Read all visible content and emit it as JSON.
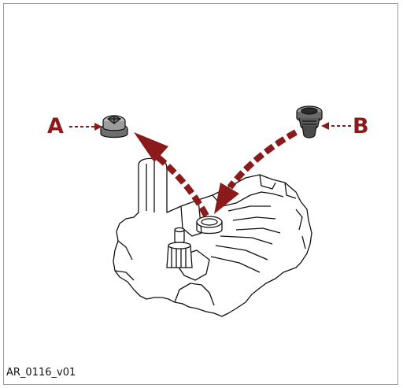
{
  "figure": {
    "label_a": "A",
    "label_b": "B",
    "reference_code": "AR_0116_v01"
  },
  "colors": {
    "accent": "#8b1a1a",
    "line": "#111111",
    "frame": "#9a9a9a"
  }
}
